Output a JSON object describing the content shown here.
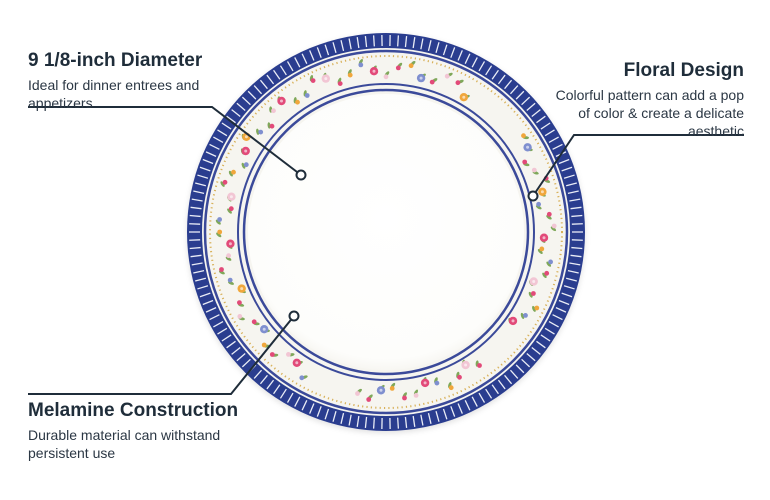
{
  "plate": {
    "rim_color": "#2b3d8f",
    "band_color": "#3b4a9a",
    "body_color": "#f6f5f0",
    "rose_color": "#e24a79",
    "bud_color": "#f0a73c",
    "leaf_color": "#7fa85a",
    "blue_flower_color": "#7f8fcf"
  },
  "leader_color": "#1f2d3a",
  "callouts": {
    "diameter": {
      "title": "9 1/8-inch Diameter",
      "description": "Ideal for dinner entrees and appetizers"
    },
    "floral": {
      "title": "Floral Design",
      "description": "Colorful pattern can add a pop of color & create a delicate aesthetic"
    },
    "melamine": {
      "title": "Melamine Construction",
      "description": "Durable material can withstand persistent use"
    }
  }
}
